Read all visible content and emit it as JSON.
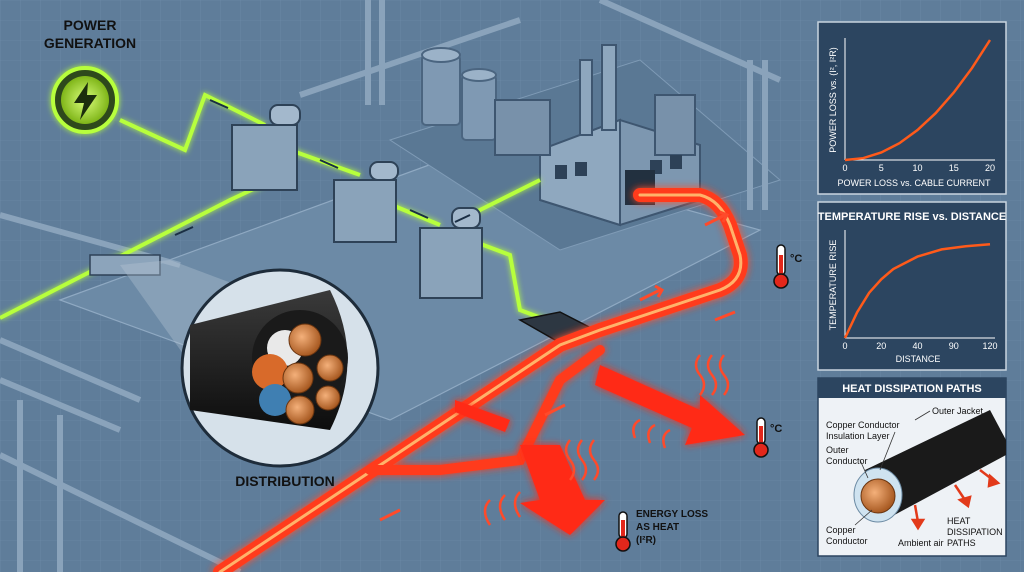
{
  "colors": {
    "background": "#5f7d9a",
    "power_line": "#b7ff3c",
    "heat_cable": "#ff3a1e",
    "panel_bg": "#2c4560",
    "curve": "#ff5a1a"
  },
  "labels": {
    "power_generation": [
      "POWER",
      "GENERATION"
    ],
    "distribution": "DISTRIBUTION",
    "energy_loss": [
      "ENERGY LOSS",
      "AS HEAT",
      "(I²R)"
    ],
    "temp_unit": "°C"
  },
  "icons": [
    "lightning-bolt-icon",
    "transformer-icon",
    "factory-icon",
    "thermometer-icon",
    "cable-cross-section-icon",
    "heat-wave-icon",
    "arrow-icon"
  ],
  "chart_data": [
    {
      "type": "line",
      "title": "POWER LOSS vs. CABLE CURRENT",
      "ylabel": "POWER LOSS vs. (I², I²R)",
      "xlabel": "",
      "xticks": [
        "0",
        "5",
        "10",
        "15",
        "20"
      ],
      "xlim": [
        0,
        20
      ],
      "ylim": [
        0,
        400
      ],
      "x": [
        0,
        2.5,
        5,
        7.5,
        10,
        12.5,
        15,
        17.5,
        20
      ],
      "y": [
        0,
        6,
        25,
        56,
        100,
        156,
        225,
        306,
        400
      ]
    },
    {
      "type": "line",
      "title": "TEMPERATURE RISE vs. DISTANCE",
      "ylabel": "TEMPERATURE RISE",
      "xlabel": "DISTANCE",
      "xticks": [
        "0",
        "20",
        "40",
        "90",
        "120"
      ],
      "xlim": [
        0,
        120
      ],
      "ylim": [
        0,
        100
      ],
      "x": [
        0,
        10,
        20,
        30,
        40,
        60,
        80,
        100,
        120
      ],
      "y": [
        0,
        25,
        44,
        57,
        67,
        79,
        86,
        89,
        91
      ]
    }
  ],
  "heat_panel": {
    "title": "HEAT DISSIPATION PATHS",
    "outer_jacket": "Outer Jacket",
    "copper_insulation": [
      "Copper Conductor",
      "Insulation Layer"
    ],
    "outer_conductor": [
      "Outer",
      "Conductor"
    ],
    "copper_conductor": [
      "Copper",
      "Conductor"
    ],
    "ambient_air": "Ambient air",
    "heat_paths": [
      "HEAT",
      "DISSIPATION",
      "PATHS"
    ]
  }
}
